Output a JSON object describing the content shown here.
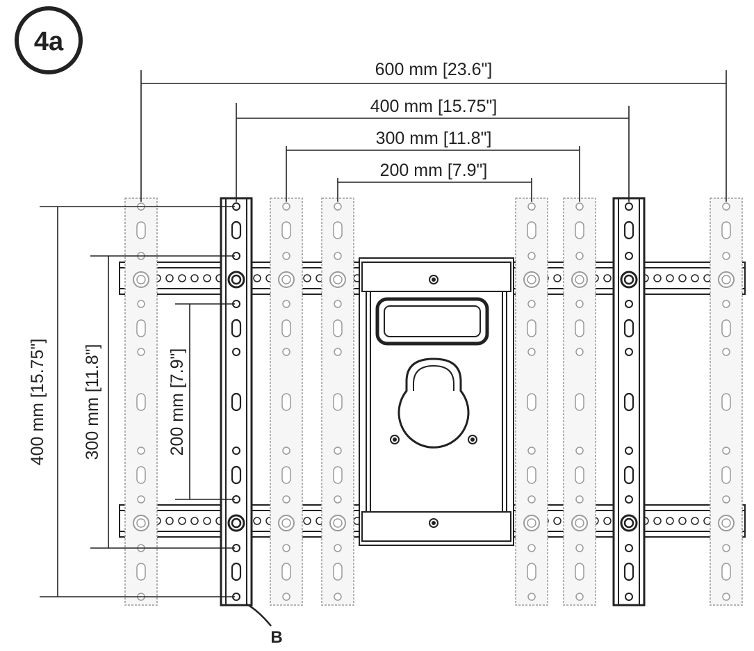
{
  "step_label": "4a",
  "callout_label": "B",
  "horizontal_dimensions": [
    {
      "id": "h600",
      "label": "600 mm [23.6\"]"
    },
    {
      "id": "h400",
      "label": "400 mm [15.75\"]"
    },
    {
      "id": "h300",
      "label": "300 mm [11.8\"]"
    },
    {
      "id": "h200",
      "label": "200 mm [7.9\"]"
    }
  ],
  "vertical_dimensions": [
    {
      "id": "v400",
      "label": "400 mm [15.75\"]"
    },
    {
      "id": "v300",
      "label": "300 mm [11.8\"]"
    },
    {
      "id": "v200",
      "label": "200 mm [7.9\"]"
    }
  ],
  "colors": {
    "line": "#222222",
    "ghost": "#9a9a9a",
    "ghost_fill": "#f6f6f6"
  }
}
